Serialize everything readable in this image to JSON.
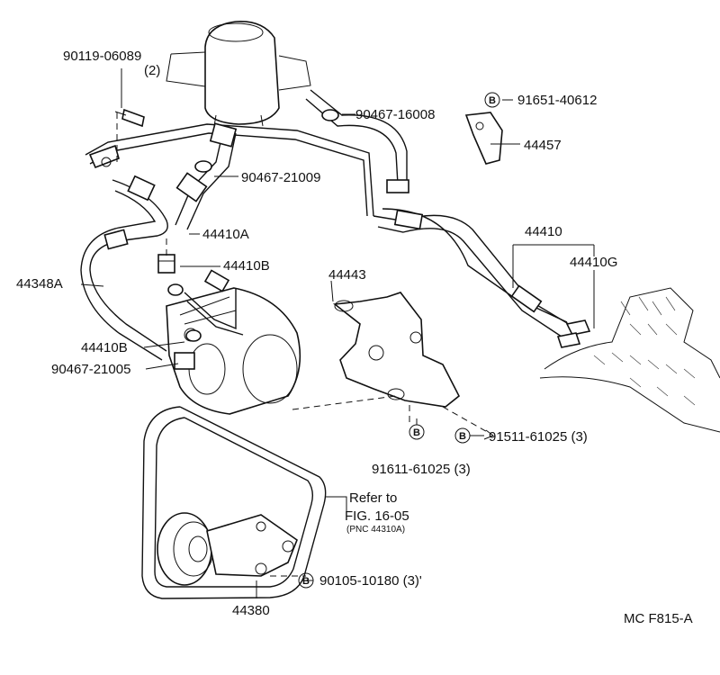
{
  "labels": {
    "p90119_06089": "90119-06089",
    "qty_2": "(2)",
    "p90467_16008": "90467-16008",
    "p91651_40612": "91651-40612",
    "p44457": "44457",
    "p90467_21009": "90467-21009",
    "p44410A": "44410A",
    "p44410B_top": "44410B",
    "p44348A": "44348A",
    "p44443": "44443",
    "p44410": "44410",
    "p44410G": "44410G",
    "p44410B_bot": "44410B",
    "p90467_21005": "90467-21005",
    "p91611_61025": "91611-61025 (3)",
    "p91511_61025": "91511-61025 (3)",
    "refer_to": "Refer to",
    "fig_ref": "FIG. 16-05",
    "pnc_ref": "(PNC 44310A)",
    "p90105_10180": "90105-10180 (3)'",
    "p44380": "44380",
    "figure_code": "MC F815-A",
    "circle_b": "B"
  }
}
